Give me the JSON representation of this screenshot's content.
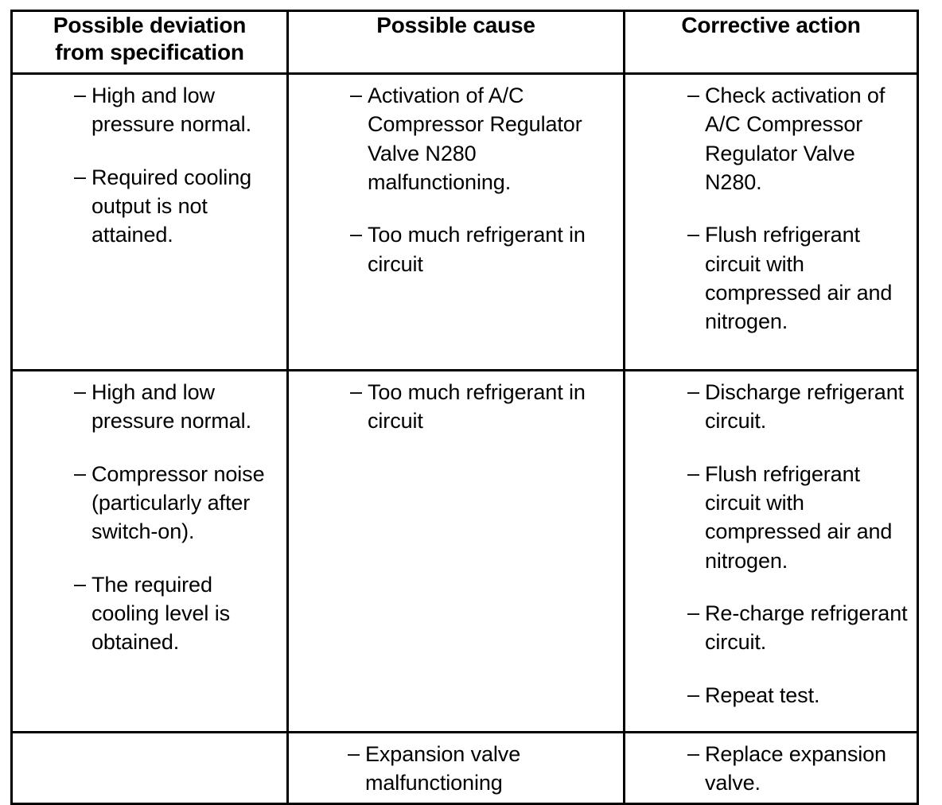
{
  "document": {
    "type": "troubleshooting-table",
    "bullet_marker": "–",
    "colors": {
      "text": "#000000",
      "background": "#ffffff",
      "border": "#000000"
    }
  },
  "table": {
    "columns": [
      {
        "key": "deviation",
        "header": "Possible deviation\nfrom specification"
      },
      {
        "key": "cause",
        "header": "Possible cause"
      },
      {
        "key": "action",
        "header": "Corrective action"
      }
    ],
    "rows": [
      {
        "id": "row-1",
        "deviation": [
          "High and low pressure normal.",
          "Required cooling output is not attained."
        ],
        "cause": [
          "Activation of A/C Compressor Regulator Valve N280 malfunctioning.",
          "Too much refrigerant in circuit"
        ],
        "action": [
          "Check activation of A/C Compressor Regulator Valve N280.",
          "Flush refrigerant circuit with compressed air and nitrogen."
        ]
      },
      {
        "id": "row-2",
        "deviation": [
          "High and low pressure normal.",
          "Compressor noise (particularly after switch-on).",
          "The required cooling level is obtained."
        ],
        "cause": [
          "Too much refrigerant in circuit"
        ],
        "action": [
          "Discharge refrigerant circuit.",
          "Flush refrigerant circuit with compressed air and nitrogen.",
          "Re-charge refrigerant circuit.",
          "Repeat test."
        ]
      },
      {
        "id": "row-3",
        "deviation": [],
        "cause": [
          "Expansion valve malfunctioning"
        ],
        "action": [
          "Replace expansion valve."
        ]
      }
    ]
  }
}
